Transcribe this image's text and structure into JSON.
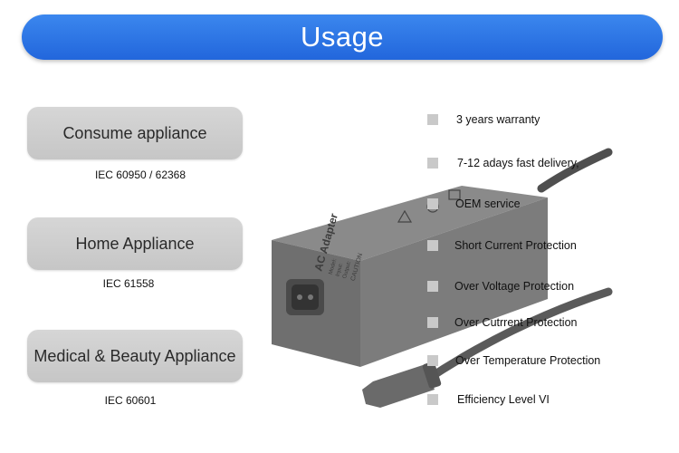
{
  "banner": {
    "title": "Usage"
  },
  "categories": [
    {
      "label": "Consume appliance",
      "standard": "IEC 60950 / 62368"
    },
    {
      "label": "Home Appliance",
      "standard": "IEC 61558"
    },
    {
      "label": "Medical & Beauty Appliance",
      "standard": "IEC 60601"
    }
  ],
  "features": [
    "3 years warranty",
    "7-12 adays fast delivery,",
    "OEM service",
    "Short Current Protection",
    "Over Voltage Protection",
    "Over Cutrrent Protection",
    "Over Temperature Protection",
    "Efficiency Level VI"
  ],
  "adapter": {
    "label_title": "AC Adapter",
    "label_lines": [
      "Model:",
      "Input:",
      "Output:",
      "CAUTION"
    ],
    "colors": {
      "body": "#7e7e7e",
      "cable": "#555555"
    }
  }
}
